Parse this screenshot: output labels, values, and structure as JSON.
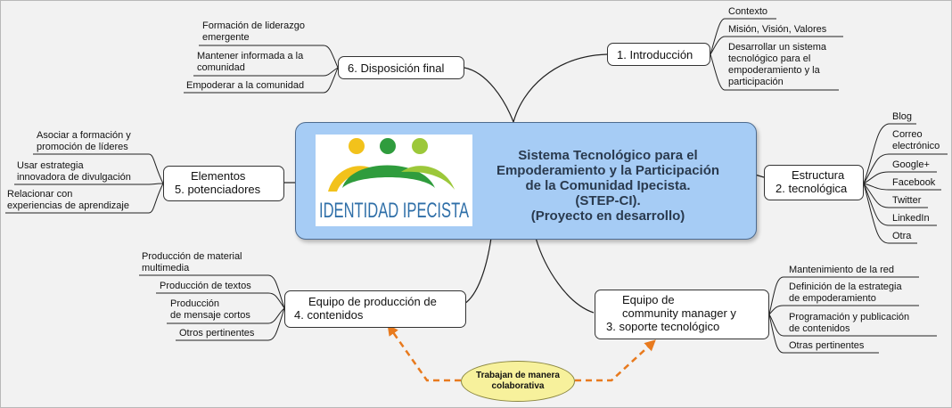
{
  "central": {
    "lines": [
      "Sistema Tecnológico para el",
      "Empoderamiento y la Participación",
      "de la Comunidad Ipecista.",
      "(STEP-CI).",
      "(Proyecto en desarrollo)"
    ],
    "logo_text": "IDENTIDAD IPECISTA"
  },
  "colors": {
    "central_fill": "#a6ccf5",
    "logo_text": "#2f6fa8",
    "dot_yellow": "#f2c21b",
    "dot_green": "#2f9c3d",
    "dot_lime": "#9cc83a",
    "arrow": "#e87a1e"
  },
  "branches": {
    "introduccion": {
      "label": [
        "1. Introducción"
      ],
      "items": [
        "Contexto",
        "Misión, Visión, Valores",
        "Desarrollar un sistema\ntecnológico para el\nempoderamiento y la\nparticipación"
      ]
    },
    "estructura": {
      "label": [
        "Estructura",
        "2. tecnológica"
      ],
      "items": [
        "Blog",
        "Correo\nelectrónico",
        "Google+",
        "Facebook",
        "Twitter",
        "LinkedIn",
        "Otra"
      ]
    },
    "soporte": {
      "label": [
        "Equipo de",
        "community manager y",
        "3. soporte tecnológico"
      ],
      "items": [
        "Mantenimiento de la red",
        "Definición de la estrategia\nde empoderamiento",
        "Programación y publicación\nde contenidos",
        "Otras pertinentes"
      ]
    },
    "contenidos": {
      "label": [
        "Equipo de producción de",
        "4. contenidos"
      ],
      "items": [
        "Producción de material\nmultimedia",
        "Producción de textos",
        "Producción\nde mensaje cortos",
        "Otros pertinentes"
      ]
    },
    "elementos": {
      "label": [
        "Elementos",
        "5. potenciadores"
      ],
      "items": [
        "Asociar a formación y\npromoción de líderes",
        "Usar estrategia\ninnovadora de divulgación",
        "Relacionar con\nexperiencias de aprendizaje"
      ]
    },
    "disposicion": {
      "label": [
        "6. Disposición final"
      ],
      "items": [
        "Formación de liderazgo\nemergente",
        "Mantener informada a la\ncomunidad",
        "Empoderar a la comunidad"
      ]
    }
  },
  "callout": {
    "lines": [
      "Trabajan de manera",
      "colaborativa"
    ]
  }
}
